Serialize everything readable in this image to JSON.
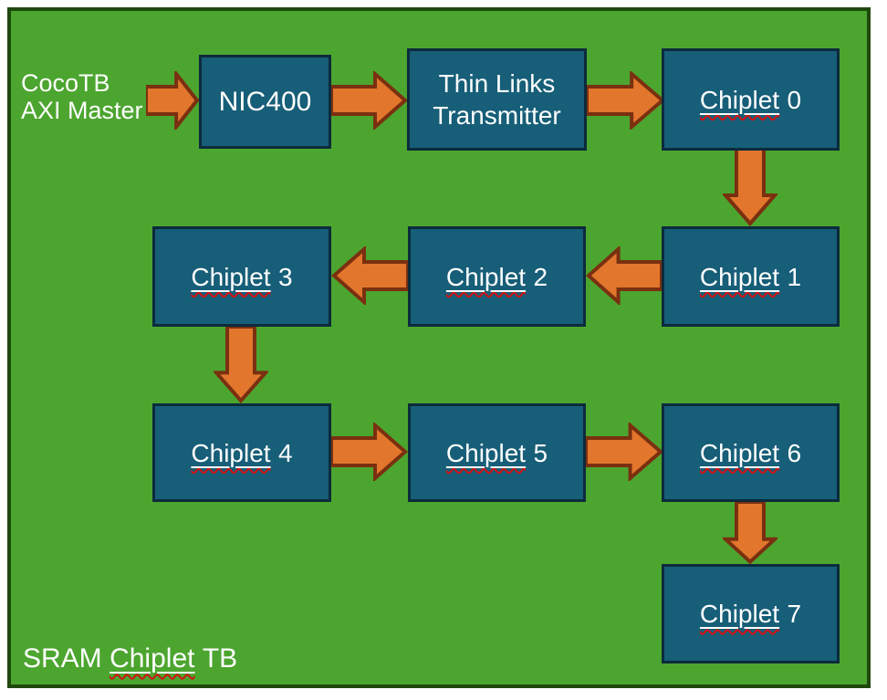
{
  "slide": {
    "title": {
      "prefix": "SRAM",
      "word": "Chiplet",
      "suffix": "TB"
    },
    "source": {
      "line1": "CocoTB",
      "line2": "AXI Master"
    },
    "nodes": {
      "nic400": "NIC400",
      "thin_links": {
        "line1": "Thin Links",
        "line2": "Transmitter"
      }
    },
    "chiplets": [
      {
        "word": "Chiplet",
        "num": "0"
      },
      {
        "word": "Chiplet",
        "num": "1"
      },
      {
        "word": "Chiplet",
        "num": "2"
      },
      {
        "word": "Chiplet",
        "num": "3"
      },
      {
        "word": "Chiplet",
        "num": "4"
      },
      {
        "word": "Chiplet",
        "num": "5"
      },
      {
        "word": "Chiplet",
        "num": "6"
      },
      {
        "word": "Chiplet",
        "num": "7"
      }
    ],
    "flow": [
      "CocoTB AXI Master -> NIC400",
      "NIC400 -> Thin Links Transmitter",
      "Thin Links Transmitter -> Chiplet 0",
      "Chiplet 0 -> Chiplet 1",
      "Chiplet 1 -> Chiplet 2",
      "Chiplet 2 -> Chiplet 3",
      "Chiplet 3 -> Chiplet 4",
      "Chiplet 4 -> Chiplet 5",
      "Chiplet 5 -> Chiplet 6",
      "Chiplet 6 -> Chiplet 7"
    ],
    "colors": {
      "slide_background": "#4CA52F",
      "slide_border": "#20490E",
      "node_fill": "#175E78",
      "node_border": "#0C2B3C",
      "arrow_fill": "#E2762C",
      "arrow_border": "#7A3010",
      "text": "#FFFFFF",
      "squiggle": "#D01212"
    }
  }
}
